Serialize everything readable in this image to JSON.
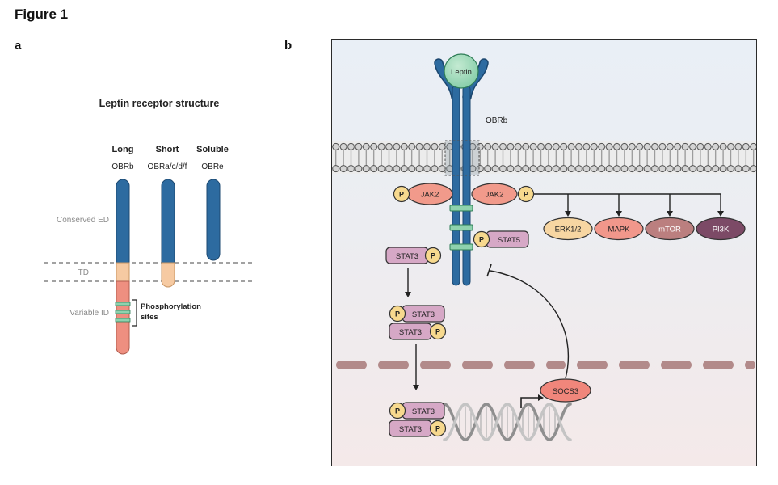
{
  "figure": {
    "title": "Figure 1",
    "panel_a": "a",
    "panel_b": "b"
  },
  "panel_a": {
    "title": "Leptin receptor structure",
    "isoforms": [
      {
        "type": "Long",
        "name": "OBRb"
      },
      {
        "type": "Short",
        "name": "OBRa/c/d/f"
      },
      {
        "type": "Soluble",
        "name": "OBRe"
      }
    ],
    "regions": {
      "conserved_ed": "Conserved ED",
      "td": "TD",
      "variable_id": "Variable ID"
    },
    "annotation": {
      "line1": "Phosphorylation",
      "line2": "sites"
    }
  },
  "panel_b": {
    "ligand": "Leptin",
    "receptor": "OBRb",
    "kinase": "JAK2",
    "phospho": "P",
    "stat5": "STAT5",
    "stat3": "STAT3",
    "socs3": "SOCS3",
    "pathways": [
      "ERK1/2",
      "MAPK",
      "mTOR",
      "PI3K"
    ]
  },
  "colors": {
    "receptor_blue": "#2d6ba0",
    "td_peach": "#f6caa2",
    "id_salmon": "#ee8f80",
    "phospho_site_green": "#8ed2ae",
    "leptin_green": "#8fd4ad",
    "jak2_fill": "#f19a8b",
    "p_yellow": "#f7d98e",
    "stat_fill": "#d6a8c6",
    "erk_fill": "#f7d6a2",
    "mapk_fill": "#f1978b",
    "mtor_fill": "#bb7f7f",
    "pi3k_fill": "#7c4a66",
    "socs3_fill": "#f0867b",
    "nuclear_membrane": "#b28a8a"
  }
}
